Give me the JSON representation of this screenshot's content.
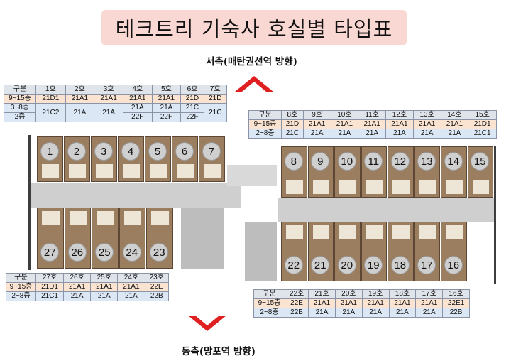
{
  "title": "테크트리 기숙사 호실별 타입표",
  "directions": {
    "west": "서측(매탄권선역  방향)",
    "east": "동측(망포역  방향)"
  },
  "table_a": {
    "header": [
      "구분",
      "1호",
      "2호",
      "3호",
      "4호",
      "5호",
      "6호",
      "7호"
    ],
    "row_high": [
      "9~15층",
      "21D1",
      "21A1",
      "21A1",
      "21A1",
      "21A1",
      "21D",
      "21D"
    ],
    "row_mid_label": "3~8층",
    "row_low_label": "2층",
    "merged": [
      "21C2",
      "21A",
      "21A"
    ],
    "mid_cells": [
      "21A",
      "21A",
      "21C"
    ],
    "low_cells": [
      "22F",
      "22F",
      "22F"
    ],
    "last_merged": "21C"
  },
  "table_b": {
    "header": [
      "구분",
      "8호",
      "9호",
      "10호",
      "11호",
      "12호",
      "13호",
      "14호",
      "15호"
    ],
    "row_high": [
      "9~15층",
      "21D",
      "21A1",
      "21A1",
      "21A1",
      "21A1",
      "21A1",
      "21A1",
      "21D1"
    ],
    "row_low": [
      "2~8층",
      "21C",
      "21A",
      "21A",
      "21A",
      "21A",
      "21A",
      "21A",
      "21C1"
    ]
  },
  "table_c": {
    "header": [
      "구분",
      "27호",
      "26호",
      "25호",
      "24호",
      "23호"
    ],
    "row_high": [
      "9~15층",
      "21D1",
      "21A1",
      "21A1",
      "21A1",
      "22E"
    ],
    "row_low": [
      "2~8층",
      "21C1",
      "21A",
      "21A",
      "21A",
      "22B"
    ]
  },
  "table_d": {
    "header": [
      "구분",
      "22호",
      "21호",
      "20호",
      "19호",
      "18호",
      "17호",
      "16호"
    ],
    "row_high": [
      "9~15층",
      "22E",
      "21A1",
      "21A1",
      "21A1",
      "21A1",
      "21A1",
      "22E1"
    ],
    "row_low": [
      "2~8층",
      "22B",
      "21A",
      "21A",
      "21A",
      "21A",
      "21A",
      "22B"
    ]
  },
  "rooms": {
    "top_left": [
      "1",
      "2",
      "3",
      "4",
      "5",
      "6",
      "7"
    ],
    "top_right": [
      "8",
      "9",
      "10",
      "11",
      "12",
      "13",
      "14",
      "15"
    ],
    "bottom_left": [
      "27",
      "26",
      "25",
      "24",
      "23"
    ],
    "bottom_right": [
      "22",
      "21",
      "20",
      "19",
      "18",
      "17",
      "16"
    ]
  },
  "colors": {
    "title_bg": "#f9d7d3",
    "arrow": "#e02020",
    "high_row": "#fbe3d2",
    "low_row": "#dbe7f5",
    "unit_floor": "#9b7e5f"
  }
}
